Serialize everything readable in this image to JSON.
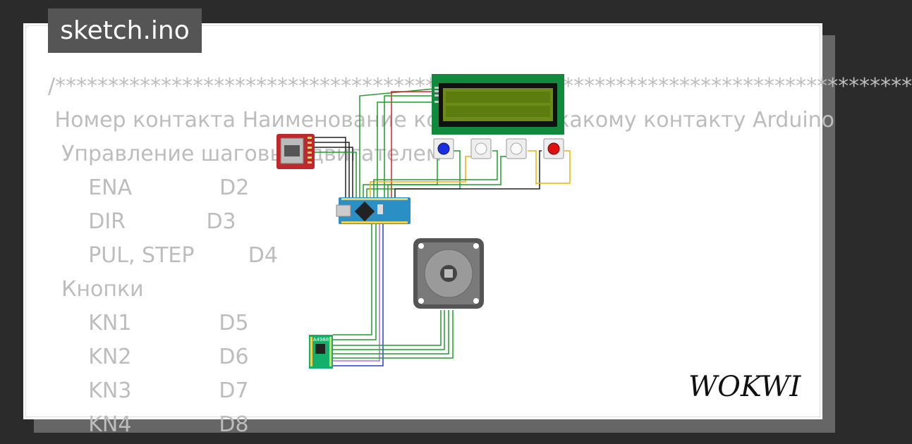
{
  "title": "sketch.ino",
  "brand": "WOKWI",
  "code_lines": [
    "/*********************************************************************************",
    " Номер контакта Наименование контакта по какому контакту Arduino",
    "  Управление шаговым двигателем",
    "      ENA             D2",
    "      DIR            D3",
    "      PUL, STEP        D4",
    "  Кнопки",
    "      KN1             D5",
    "      KN2             D6",
    "      KN3             D7",
    "      KN4             D8"
  ],
  "components": {
    "driver_label": "A4988"
  },
  "colors": {
    "background": "#2b2b2b",
    "card": "#ffffff",
    "tab": "#555555",
    "code_text": "#bdbdbd",
    "wire_green": "#1e9e2a",
    "wire_yellow": "#f0b400",
    "wire_blue": "#2040d0",
    "wire_violet": "#b070e0",
    "wire_red": "#e02020",
    "lcd_board": "#118a3d",
    "lcd_screen": "#6b8c16",
    "arduino_board": "#2a8fc4"
  }
}
